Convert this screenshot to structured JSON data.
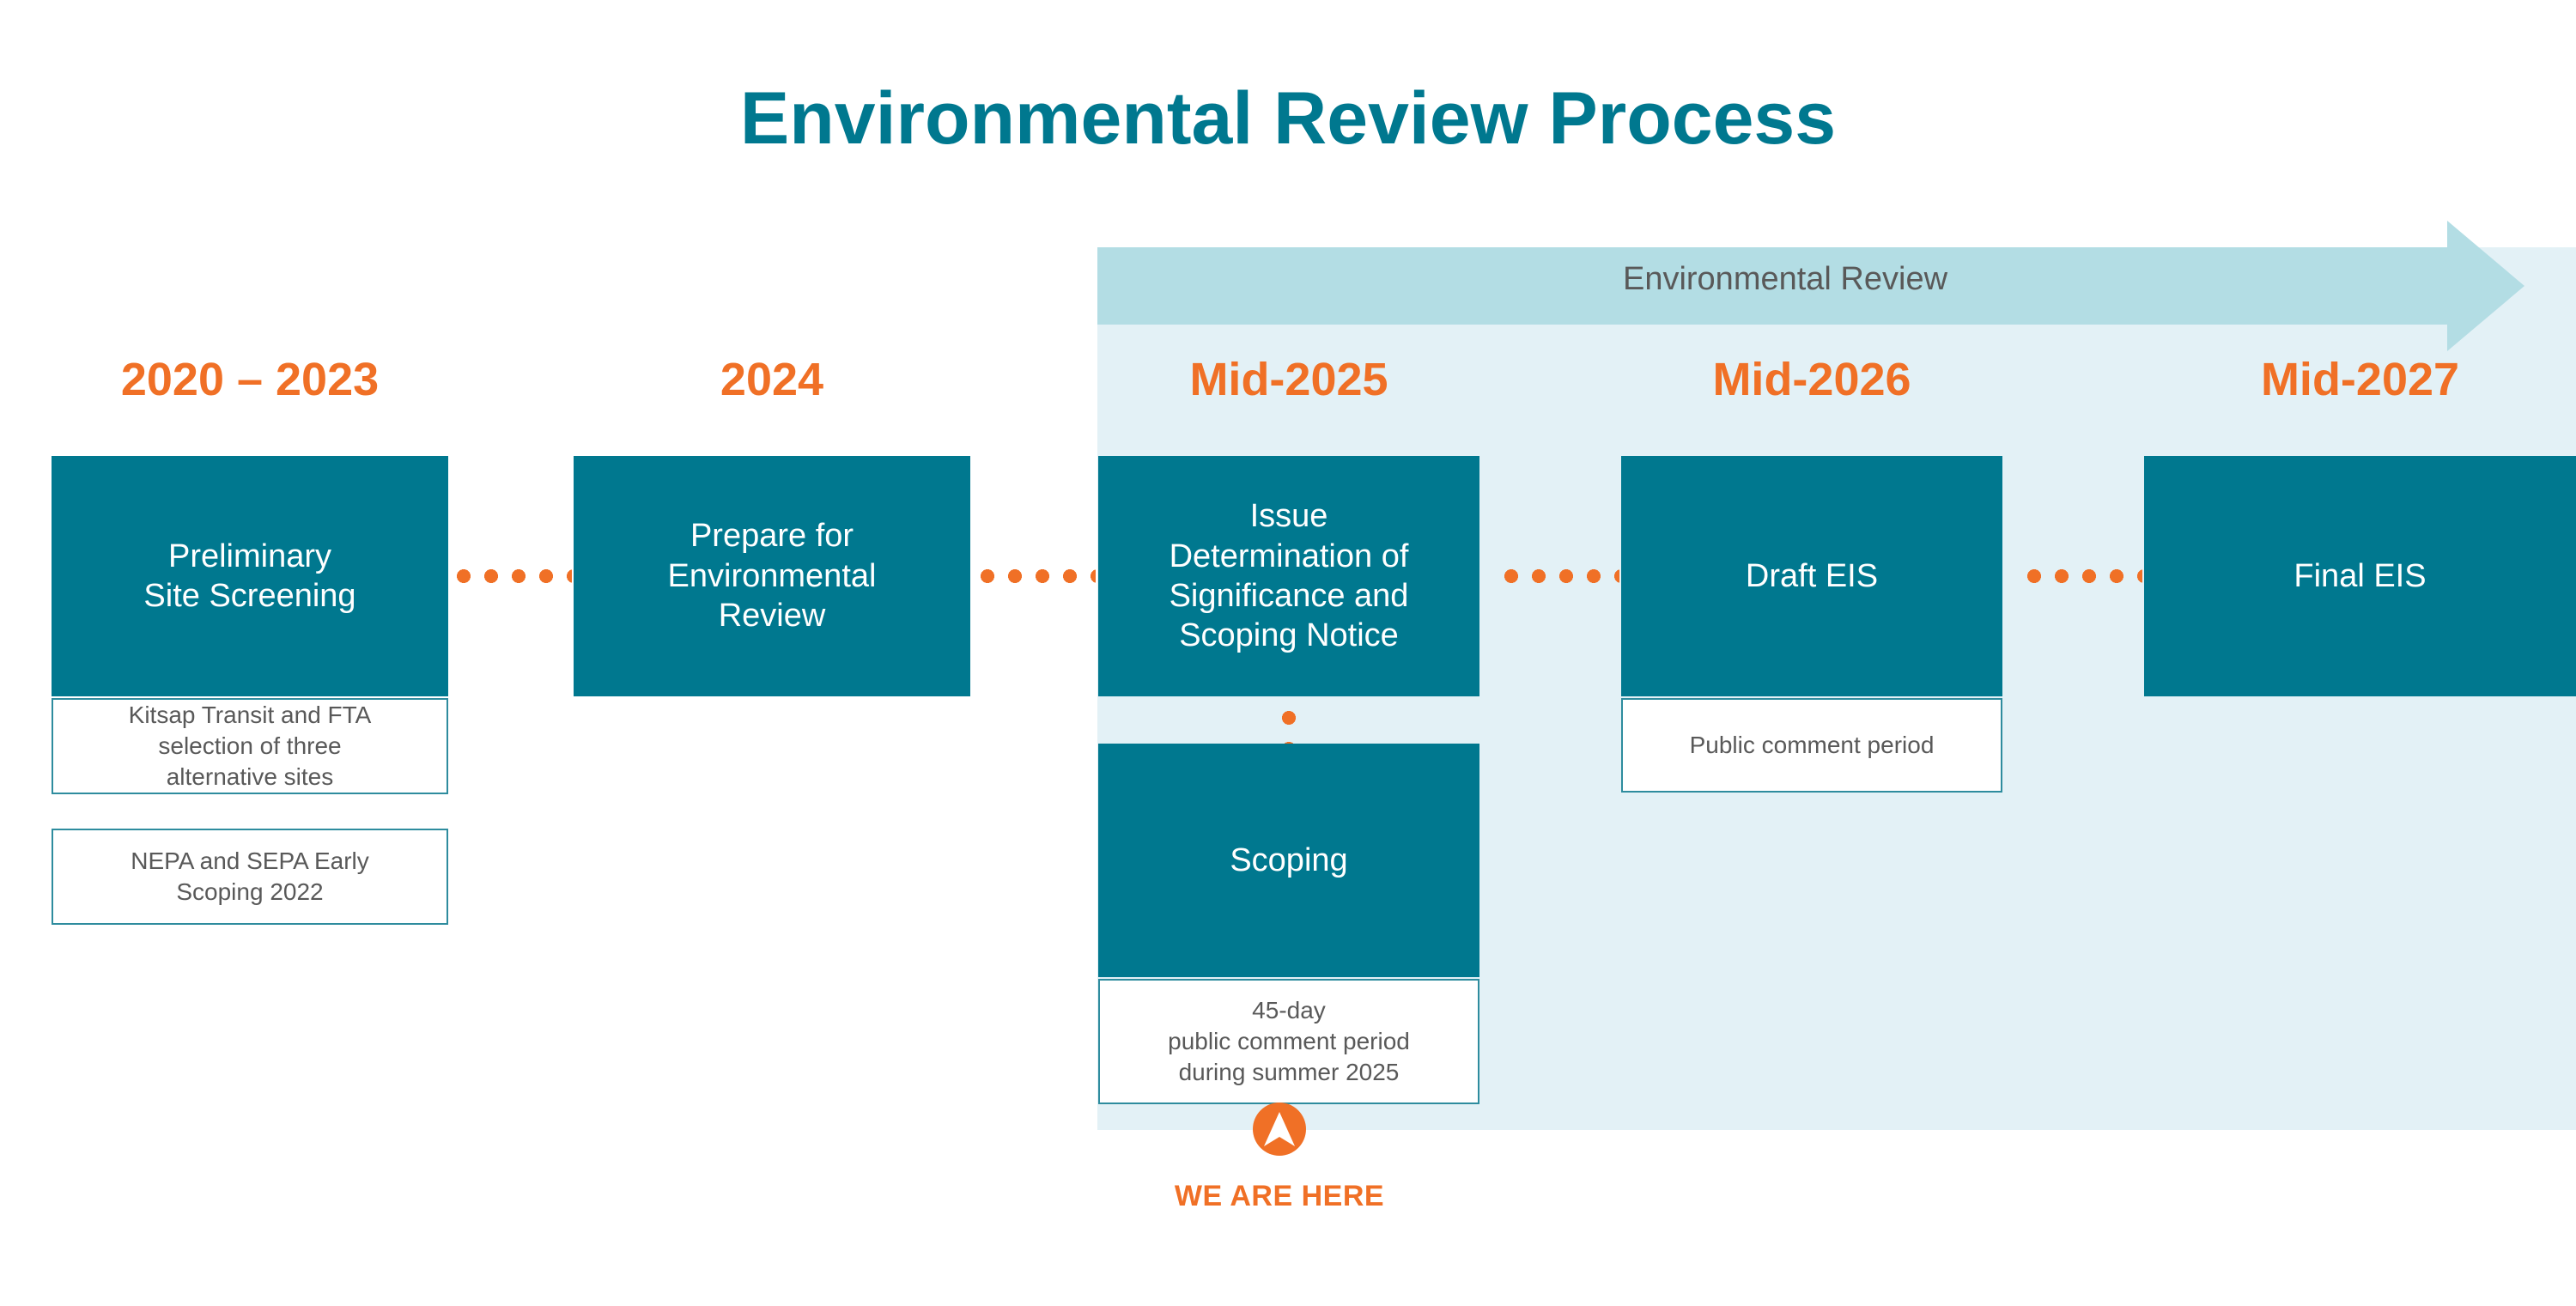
{
  "page": {
    "title": "Environmental Review Process",
    "accent_teal": "#00788F",
    "accent_orange": "#F07026",
    "panel_light_blue": "#E3F1F6",
    "arrow_blue": "#B3DDE4",
    "body_text_gray": "#595959"
  },
  "environmental_review_banner": {
    "label": "Environmental Review"
  },
  "timeline": {
    "columns": [
      {
        "year": "2020 – 2023",
        "main_box": "Preliminary\nSite Screening",
        "sub_boxes": [
          "Kitsap Transit and FTA\nselection of three\nalternative sites",
          "NEPA and SEPA Early\nScoping 2022"
        ]
      },
      {
        "year": "2024",
        "main_box": "Prepare for\nEnvironmental\nReview",
        "sub_boxes": []
      },
      {
        "year": "Mid-2025",
        "main_box": "Issue\nDetermination of\nSignificance and\nScoping Notice",
        "second_box": "Scoping",
        "sub_boxes": [
          "45-day\npublic comment period\nduring summer 2025"
        ]
      },
      {
        "year": "Mid-2026",
        "main_box": "Draft EIS",
        "sub_boxes": [
          "Public comment period"
        ]
      },
      {
        "year": "Mid-2027",
        "main_box": "Final EIS",
        "sub_boxes": []
      }
    ]
  },
  "current_position": {
    "label": "WE ARE HERE",
    "icon": "navigation-arrow-icon"
  }
}
